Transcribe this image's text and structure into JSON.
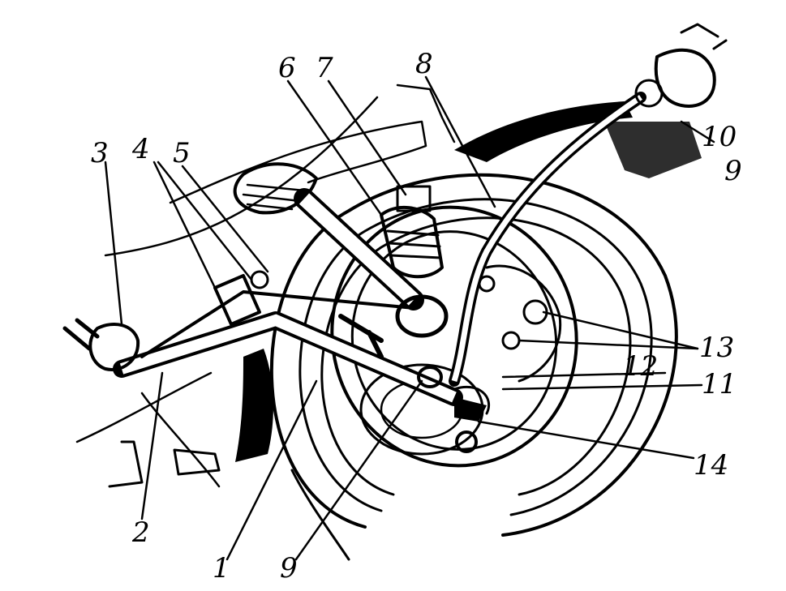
{
  "labels": {
    "l1": "1",
    "l2": "2",
    "l3": "3",
    "l4": "4",
    "l5": "5",
    "l6": "6",
    "l7": "7",
    "l8": "8",
    "l9_top": "9",
    "l9_bottom": "9",
    "l10": "10",
    "l11": "11",
    "l12": "12",
    "l13": "13",
    "l14": "14"
  },
  "colors": {
    "ink": "#000000",
    "paper": "#ffffff"
  }
}
